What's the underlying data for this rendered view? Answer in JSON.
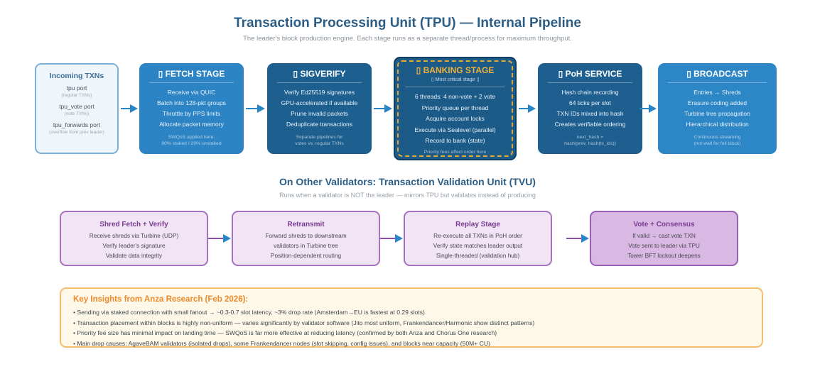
{
  "title": "Transaction Processing Unit (TPU) — Internal Pipeline",
  "subtitle": "The leader's block production engine. Each stage runs as a separate thread/process for maximum throughput.",
  "incoming": {
    "heading": "Incoming TXNs",
    "ports": [
      {
        "name": "tpu port",
        "note": "(regular TXNs)"
      },
      {
        "name": "tpu_vote port",
        "note": "(vote TXNs)"
      },
      {
        "name": "tpu_forwards port",
        "note": "(overflow from prev leader)"
      }
    ]
  },
  "stages": {
    "fetch": {
      "icon": "package-icon",
      "icon_glyph": "▯",
      "heading": "FETCH STAGE",
      "lines": [
        "Receive via QUIC",
        "Batch into 128-pkt groups",
        "Throttle by PPS limits",
        "Allocate packet memory"
      ],
      "footer": [
        "SWQoS applied here:",
        "80% staked / 20% unstaked"
      ]
    },
    "sigverify": {
      "icon": "lock-icon",
      "icon_glyph": "▯",
      "heading": "SIGVERIFY",
      "lines": [
        "Verify Ed25519 signatures",
        "GPU-accelerated if available",
        "Prune invalid packets",
        "Deduplicate transactions"
      ],
      "footer": [
        "Separate pipelines for",
        "votes vs. regular TXNs"
      ]
    },
    "banking": {
      "icon": "bank-icon",
      "icon_glyph": "▯",
      "heading": "BANKING STAGE",
      "critical": "▯ Most critical stage ▯",
      "lines": [
        "6 threads: 4 non-vote + 2 vote",
        "Priority queue per thread",
        "Acquire account locks",
        "Execute via Sealevel (parallel)",
        "Record to bank (state)"
      ],
      "footer": [
        "Priority fees affect order here"
      ],
      "accent": "#f0b03c"
    },
    "poh": {
      "icon": "clock-icon",
      "icon_glyph": "▯",
      "heading": "PoH SERVICE",
      "lines": [
        "Hash chain recording",
        "64 ticks per slot",
        "TXN IDs mixed into hash",
        "Creates verifiable ordering"
      ],
      "footer": [
        "next_hash =",
        "hash(prev, hash(tx_ids))"
      ]
    },
    "broadcast": {
      "icon": "broadcast-icon",
      "icon_glyph": "▯",
      "heading": "BROADCAST",
      "lines": [
        "Entries → Shreds",
        "Erasure coding added",
        "Turbine tree propagation",
        "Hierarchical distribution"
      ],
      "footer": [
        "Continuous streaming",
        "(not wait for full block)"
      ]
    }
  },
  "tvu": {
    "heading": "On Other Validators: Transaction Validation Unit (TVU)",
    "subheading": "Runs when a validator is NOT the leader — mirrors TPU but validates instead of producing",
    "stages": [
      {
        "heading": "Shred Fetch + Verify",
        "lines": [
          "Receive shreds via Turbine (UDP)",
          "Verify leader's signature",
          "Validate data integrity"
        ]
      },
      {
        "heading": "Retransmit",
        "lines": [
          "Forward shreds to downstream",
          "validators in Turbine tree",
          "Position-dependent routing"
        ]
      },
      {
        "heading": "Replay Stage",
        "lines": [
          "Re-execute all TXNs in PoH order",
          "Verify state matches leader output",
          "Single-threaded (validation hub)"
        ]
      },
      {
        "heading": "Vote + Consensus",
        "lines": [
          "If valid → cast vote TXN",
          "Vote sent to leader via TPU",
          "Tower BFT lockout deepens"
        ]
      }
    ]
  },
  "insights": {
    "heading": "Key Insights from Anza Research (Feb 2026):",
    "items": [
      "• Sending via staked connection with small fanout → ~0.3-0.7 slot latency, ~3% drop rate (Amsterdam→EU is fastest at 0.29 slots)",
      "• Transaction placement within blocks is highly non-uniform — varies significantly by validator software (Jito most uniform, Frankendancer/Harmonic show distinct patterns)",
      "• Priority fee size has minimal impact on landing time — SWQoS is far more effective at reducing latency (confirmed by both Anza and Chorus One research)",
      "• Main drop causes: AgaveBAM validators (isolated drops), some Frankendancer nodes (slot skipping, config issues), and blocks near capacity (50M+ CU)"
    ]
  },
  "colors": {
    "title": "#2c5d85",
    "fetch": "#2d84c4",
    "sigverify": "#1d5f8f",
    "banking": "#1c5a87",
    "banking_accent": "#f0b03c",
    "poh": "#1e5f90",
    "broadcast": "#2d86c6",
    "tvu_bg": "#f1e4f5",
    "tvu_border": "#a871bf",
    "insights_border": "#f3bd6c",
    "insights_heading": "#ec8a2c"
  }
}
